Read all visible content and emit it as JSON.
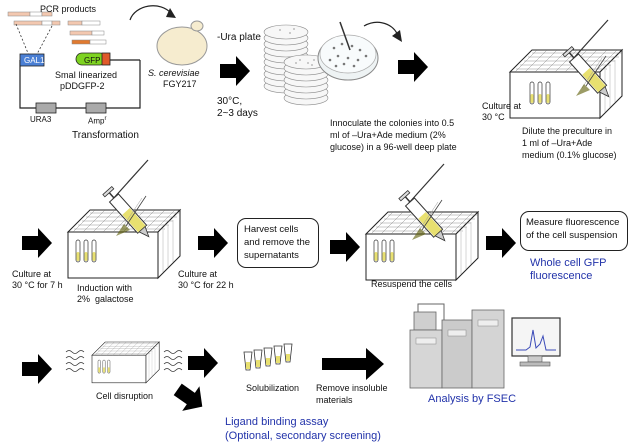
{
  "stage1": {
    "pcr_products": "PCR products",
    "galt": "GAL1",
    "gfp": "GFP",
    "smai": "SmaI linearized",
    "pddgfp": "pDDGFP-2",
    "ura3": "URA3",
    "ampr": "Amp",
    "ampr_sup": "r",
    "transformation": "Transformation",
    "yeast_name": "S. cerevisiae",
    "yeast_strain": "FGY217",
    "ura_plate": "-Ura plate",
    "incubate": "30°C,\n2~3 days",
    "inoculate": "Innoculate the colonies into 0.5\nml of –Ura+Ade medium (2%\nglucose) in a 96-well deep plate",
    "culture_30": "Culture at\n30 °C",
    "dilute": "Dilute the preculture in\n1 ml of –Ura+Ade\nmedium (0.1% glucose)"
  },
  "stage2": {
    "culture_7h": "Culture at\n30 °C for 7 h",
    "induction": "Induction with\n2%  galactose",
    "culture_22h": "Culture at\n30 °C for 22 h",
    "harvest": "Harvest cells\nand remove the\nsupernatants",
    "resuspend": "Resuspend the cells",
    "measure": "Measure fluorescence\nof the cell suspension",
    "whole_cell": "Whole cell GFP\nfluorescence"
  },
  "stage3": {
    "cell_disruption": "Cell disruption",
    "solubilization": "Solubilization",
    "remove_insoluble": "Remove insoluble\nmaterials",
    "analysis": "Analysis by FSEC",
    "ligand": "Ligand binding assay\n(Optional, secondary screening)"
  },
  "colors": {
    "blue_text": "#2233aa",
    "gfp_green": "#7ed321",
    "gal_blue": "#4a7fd4",
    "fluid_yellow": "#e8e070"
  }
}
